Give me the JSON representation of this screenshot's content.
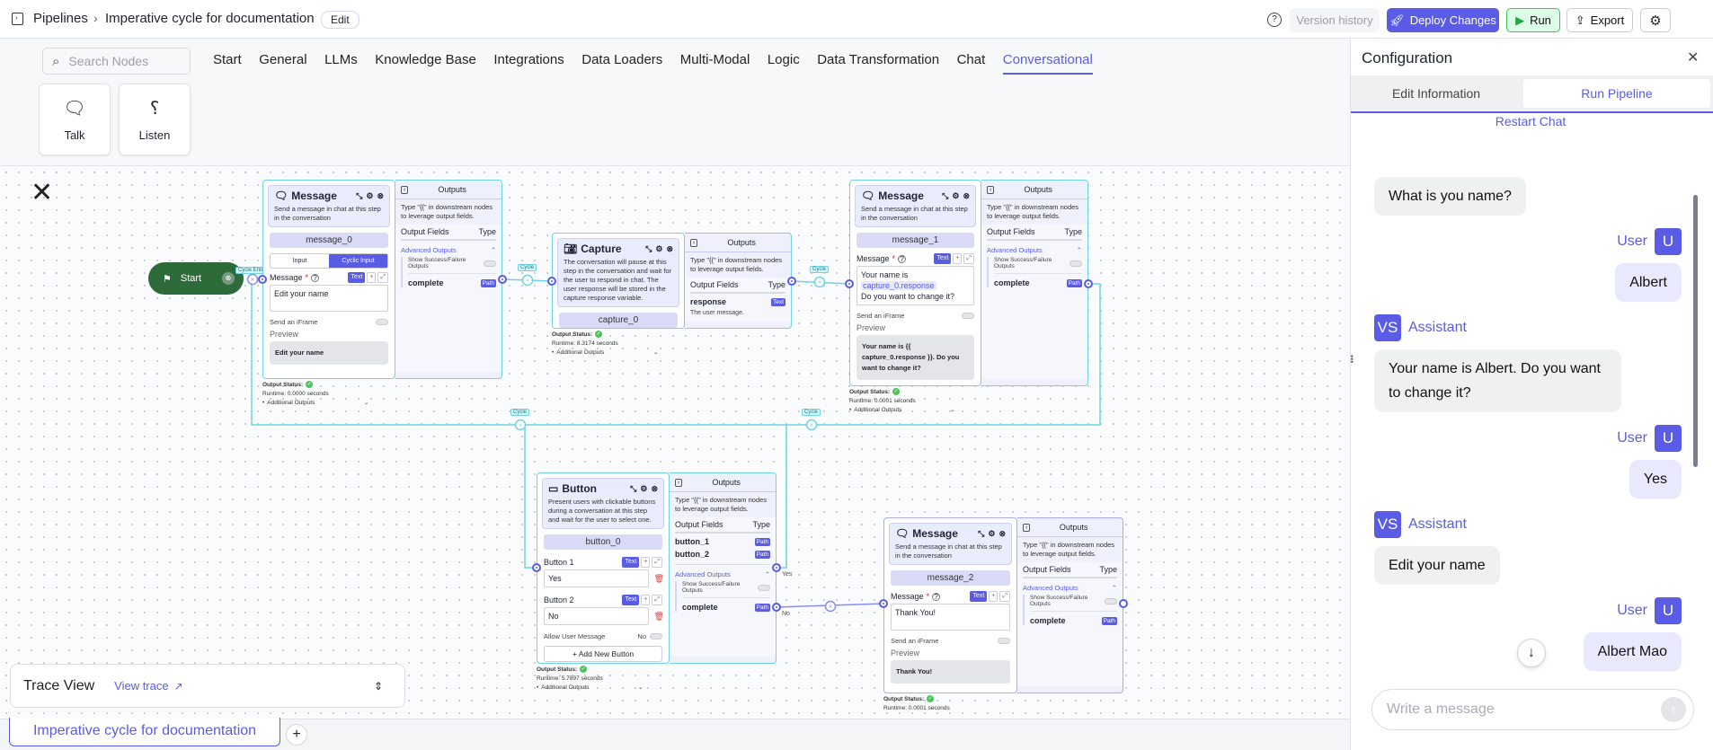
{
  "header": {
    "breadcrumb_root": "Pipelines",
    "title": "Imperative cycle for documentation",
    "edit_label": "Edit",
    "version_history_label": "Version history",
    "deploy_label": "Deploy Changes",
    "run_label": "Run",
    "export_label": "Export"
  },
  "palette": {
    "search_placeholder": "Search Nodes",
    "categories": [
      "Start",
      "General",
      "LLMs",
      "Knowledge Base",
      "Integrations",
      "Data Loaders",
      "Multi-Modal",
      "Logic",
      "Data Transformation",
      "Chat",
      "Conversational"
    ],
    "active_category": "Conversational",
    "items": [
      {
        "label": "Talk",
        "icon": "chat-bubble-icon"
      },
      {
        "label": "Listen",
        "icon": "ear-icon"
      }
    ]
  },
  "common": {
    "outputs": "Outputs",
    "outputs_hint": "Type \"{{\" in downstream nodes to leverage output fields.",
    "output_fields": "Output Fields",
    "type": "Type",
    "advanced_outputs": "Advanced Outputs",
    "show_sf": "Show Success/Failure Outputs",
    "send_iframe": "Send an iFrame",
    "preview": "Preview",
    "message_label": "Message",
    "text_badge": "Text",
    "path_badge": "Path",
    "output_status": "Output Status:",
    "additional_outputs": "Additional Outputs",
    "cycle": "Cycle",
    "cycle_entry": "Cycle Entry",
    "yes": "Yes",
    "no": "No"
  },
  "start_node": {
    "label": "Start"
  },
  "nodes": {
    "message_0": {
      "title": "Message",
      "description": "Send a message in chat at this step in the conversation",
      "id": "message_0",
      "tabs": [
        "Input",
        "Cyclic Input"
      ],
      "active_tab": "Cyclic Input",
      "value": "Edit your name",
      "preview": "Edit your name",
      "fields": [
        {
          "name": "complete",
          "type": "Path"
        }
      ],
      "runtime": "Runtime: 0.0000 seconds"
    },
    "capture_0": {
      "title": "Capture",
      "description": "The conversation will pause at this step in the conversation and wait for the user to respond in chat. The user response will be stored in the capture response variable.",
      "id": "capture_0",
      "fields": [
        {
          "name": "response",
          "type": "Text",
          "desc": "The user message."
        }
      ],
      "runtime": "Runtime: 8.3174 seconds"
    },
    "message_1": {
      "title": "Message",
      "description": "Send a message in chat at this step in the conversation",
      "id": "message_1",
      "value_before": "Your name is",
      "value_variable": "capture_0.response",
      "value_after": "Do you want to change it?",
      "preview": "Your name is {{ capture_0.response }}. Do you want to change it?",
      "fields": [
        {
          "name": "complete",
          "type": "Path"
        }
      ],
      "runtime": "Runtime: 0.0001 seconds"
    },
    "button_0": {
      "title": "Button",
      "description": "Present users with clickable buttons during a conversation at this step and wait for the user to select one.",
      "id": "button_0",
      "buttons": [
        {
          "label": "Button 1",
          "value": "Yes"
        },
        {
          "label": "Button 2",
          "value": "No"
        }
      ],
      "allow_user_message_label": "Allow User Message",
      "allow_user_message_value": "No",
      "add_button_label": "+ Add New Button",
      "fields": [
        {
          "name": "button_1",
          "type": "Path"
        },
        {
          "name": "button_2",
          "type": "Path"
        }
      ],
      "advanced_fields": [
        {
          "name": "complete",
          "type": "Path"
        }
      ],
      "runtime": "Runtime: 5.7897 seconds"
    },
    "message_2": {
      "title": "Message",
      "description": "Send a message in chat at this step in the conversation",
      "id": "message_2",
      "value": "Thank You!",
      "preview": "Thank You!",
      "fields": [
        {
          "name": "complete",
          "type": "Path"
        }
      ],
      "runtime": "Runtime: 0.0001 seconds"
    }
  },
  "trace": {
    "title": "Trace View",
    "link": "View trace"
  },
  "bottom_tabs": {
    "active": "Imperative cycle for documentation"
  },
  "config": {
    "title": "Configuration",
    "tabs": [
      "Edit Information",
      "Run Pipeline"
    ],
    "active_tab": "Run Pipeline",
    "restart_label": "Restart Chat",
    "user_name": "User",
    "user_initial": "U",
    "assistant_name": "Assistant",
    "assistant_initials": "VS",
    "messages": [
      {
        "role": "assistant",
        "text": "What is you name?",
        "show_header": false
      },
      {
        "role": "user",
        "text": "Albert"
      },
      {
        "role": "assistant",
        "text": "Your name is Albert. Do you want to change it?",
        "show_header": true
      },
      {
        "role": "user",
        "text": "Yes"
      },
      {
        "role": "assistant",
        "text": "Edit your name",
        "show_header": true
      },
      {
        "role": "user",
        "text": "Albert Mao"
      },
      {
        "role": "assistant",
        "text": "",
        "show_header": true
      }
    ],
    "input_placeholder": "Write a message"
  },
  "colors": {
    "accent": "#5a5ce6",
    "edge": "#6fd3e1",
    "start": "#2e6b3a",
    "run_bg": "#dcfce7"
  }
}
